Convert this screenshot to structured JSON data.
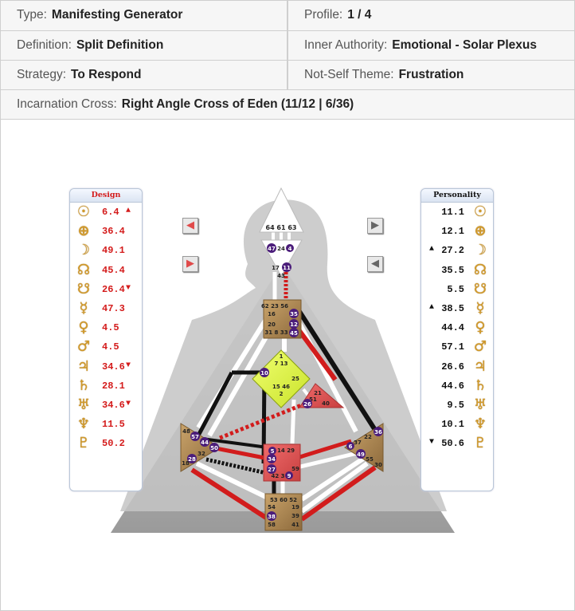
{
  "summary": {
    "type_label": "Type:",
    "type_value": "Manifesting Generator",
    "profile_label": "Profile:",
    "profile_value": "1 / 4",
    "definition_label": "Definition:",
    "definition_value": "Split Definition",
    "authority_label": "Inner Authority:",
    "authority_value": "Emotional - Solar Plexus",
    "strategy_label": "Strategy:",
    "strategy_value": "To Respond",
    "notself_label": "Not-Self Theme:",
    "notself_value": "Frustration",
    "cross_label": "Incarnation Cross:",
    "cross_value": "Right Angle Cross of Eden (11/12 | 6/36)"
  },
  "design": {
    "title": "Design",
    "rows": [
      {
        "planet": "sun-icon",
        "glyph": "☉",
        "value": "6.4",
        "arrow": "▲"
      },
      {
        "planet": "earth-icon",
        "glyph": "⊕",
        "value": "36.4",
        "arrow": ""
      },
      {
        "planet": "moon-icon",
        "glyph": "☽",
        "value": "49.1",
        "arrow": ""
      },
      {
        "planet": "north-node-icon",
        "glyph": "☊",
        "value": "45.4",
        "arrow": ""
      },
      {
        "planet": "south-node-icon",
        "glyph": "☋",
        "value": "26.4",
        "arrow": "▼"
      },
      {
        "planet": "mercury-icon",
        "glyph": "☿",
        "value": "47.3",
        "arrow": ""
      },
      {
        "planet": "venus-icon",
        "glyph": "♀",
        "value": "4.5",
        "arrow": ""
      },
      {
        "planet": "mars-icon",
        "glyph": "♂",
        "value": "4.5",
        "arrow": ""
      },
      {
        "planet": "jupiter-icon",
        "glyph": "♃",
        "value": "34.6",
        "arrow": "▼"
      },
      {
        "planet": "saturn-icon",
        "glyph": "♄",
        "value": "28.1",
        "arrow": ""
      },
      {
        "planet": "uranus-icon",
        "glyph": "♅",
        "value": "34.6",
        "arrow": "▼"
      },
      {
        "planet": "neptune-icon",
        "glyph": "♆",
        "value": "11.5",
        "arrow": ""
      },
      {
        "planet": "pluto-icon",
        "glyph": "♇",
        "value": "50.2",
        "arrow": ""
      }
    ]
  },
  "personality": {
    "title": "Personality",
    "rows": [
      {
        "planet": "sun-icon",
        "glyph": "☉",
        "value": "11.1",
        "arrow": ""
      },
      {
        "planet": "earth-icon",
        "glyph": "⊕",
        "value": "12.1",
        "arrow": ""
      },
      {
        "planet": "moon-icon",
        "glyph": "☽",
        "value": "27.2",
        "arrow": "▲"
      },
      {
        "planet": "north-node-icon",
        "glyph": "☊",
        "value": "35.5",
        "arrow": ""
      },
      {
        "planet": "south-node-icon",
        "glyph": "☋",
        "value": "5.5",
        "arrow": ""
      },
      {
        "planet": "mercury-icon",
        "glyph": "☿",
        "value": "38.5",
        "arrow": "▲"
      },
      {
        "planet": "venus-icon",
        "glyph": "♀",
        "value": "44.4",
        "arrow": ""
      },
      {
        "planet": "mars-icon",
        "glyph": "♂",
        "value": "57.1",
        "arrow": ""
      },
      {
        "planet": "jupiter-icon",
        "glyph": "♃",
        "value": "26.6",
        "arrow": ""
      },
      {
        "planet": "saturn-icon",
        "glyph": "♄",
        "value": "44.6",
        "arrow": ""
      },
      {
        "planet": "uranus-icon",
        "glyph": "♅",
        "value": "9.5",
        "arrow": ""
      },
      {
        "planet": "neptune-icon",
        "glyph": "♆",
        "value": "10.1",
        "arrow": ""
      },
      {
        "planet": "pluto-icon",
        "glyph": "♇",
        "value": "50.6",
        "arrow": "▼"
      }
    ]
  },
  "nav": {
    "left_top": "◀",
    "left_bottom": "▶",
    "right_top": "▶",
    "right_bottom": "◀"
  },
  "colors": {
    "design_red": "#d41b1b",
    "personality_black": "#111111",
    "defined_brown": "#a9834f"
  },
  "centers": {
    "head": [
      "64",
      "61",
      "63"
    ],
    "ajna": [
      "47",
      "24",
      "4",
      "17",
      "11",
      "43"
    ],
    "throat": [
      "62",
      "23",
      "56",
      "16",
      "35",
      "20",
      "12",
      "31",
      "8",
      "33",
      "45"
    ],
    "g": [
      "1",
      "7",
      "13",
      "10",
      "25",
      "15",
      "46",
      "2"
    ],
    "ego": [
      "21",
      "51",
      "26",
      "40"
    ],
    "spleen": [
      "48",
      "57",
      "44",
      "50",
      "32",
      "28",
      "18"
    ],
    "sacral": [
      "5",
      "14",
      "29",
      "34",
      "27",
      "59",
      "42",
      "3",
      "9"
    ],
    "solar": [
      "36",
      "22",
      "6",
      "37",
      "49",
      "55",
      "30"
    ],
    "root": [
      "53",
      "60",
      "52",
      "54",
      "19",
      "38",
      "39",
      "58",
      "41"
    ]
  }
}
